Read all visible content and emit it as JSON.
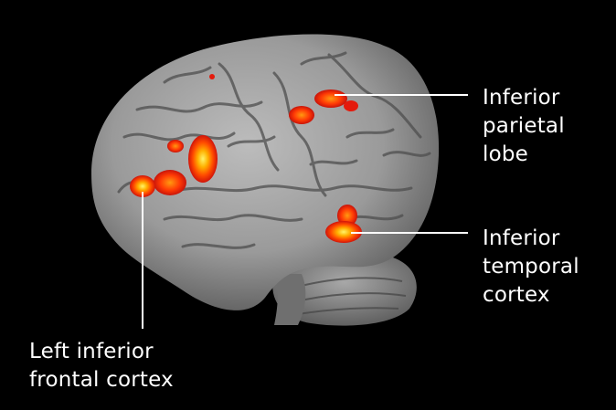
{
  "colors": {
    "background": "#000000",
    "brain_surface": "#a3a3a3",
    "activation_hot": "#ffe63a",
    "activation_mid": "#ff7a00",
    "activation_low": "#e41a0c",
    "callout_line": "#ffffff",
    "label_text": "#ffffff"
  },
  "labels": {
    "parietal": {
      "line1": "Inferior",
      "line2": "parietal",
      "line3": "lobe"
    },
    "temporal": {
      "line1": "Inferior",
      "line2": "temporal",
      "line3": "cortex"
    },
    "frontal": {
      "line1": "Left inferior",
      "line2": "frontal cortex"
    }
  }
}
